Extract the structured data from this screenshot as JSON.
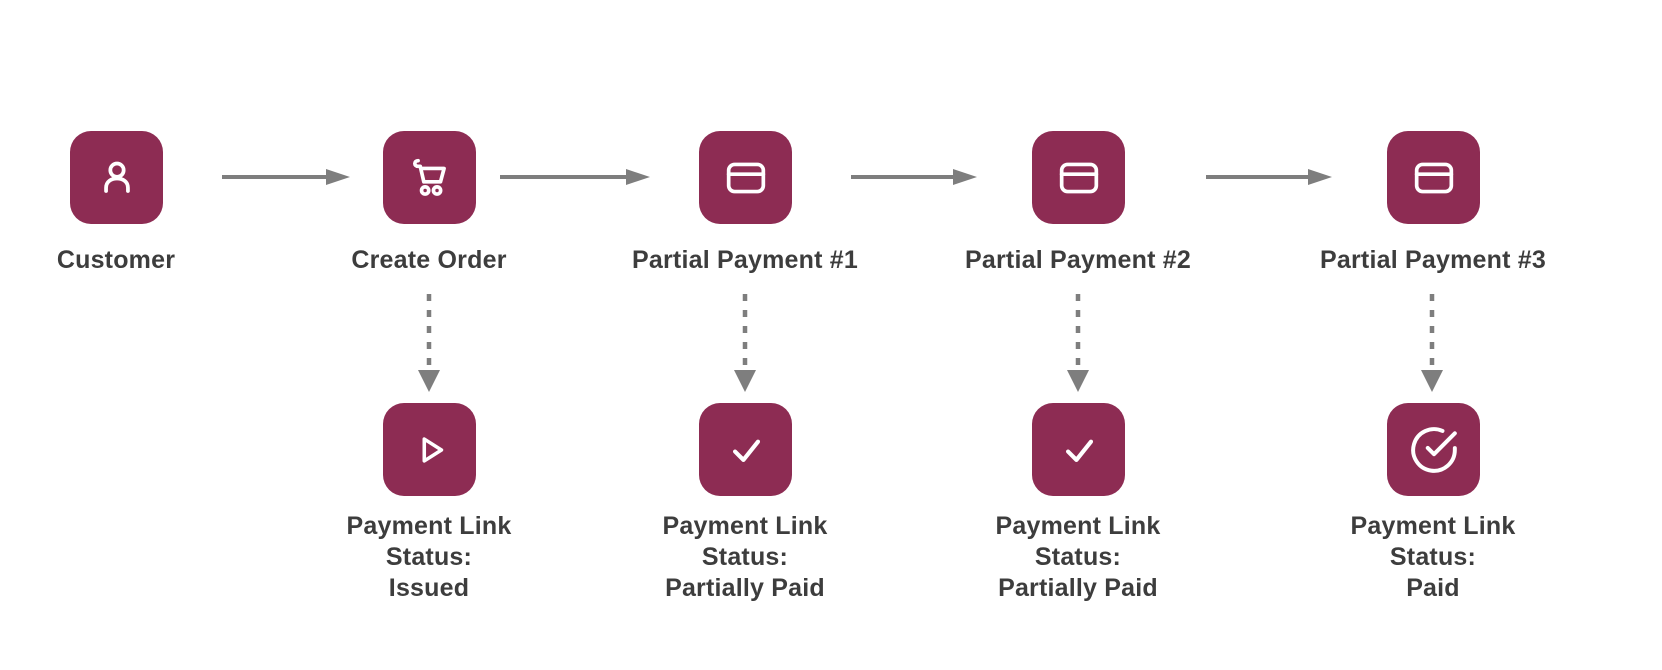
{
  "diagram": {
    "steps": [
      {
        "label": "Customer",
        "icon": "user-icon"
      },
      {
        "label": "Create Order",
        "icon": "shopping-cart-icon"
      },
      {
        "label": "Partial Payment #1",
        "icon": "credit-card-icon"
      },
      {
        "label": "Partial Payment #2",
        "icon": "credit-card-icon"
      },
      {
        "label": "Partial Payment #3",
        "icon": "credit-card-icon"
      }
    ],
    "statuses": [
      {
        "icon": "play-icon",
        "lines": [
          "Payment Link",
          "Status:",
          "Issued"
        ]
      },
      {
        "icon": "check-icon",
        "lines": [
          "Payment Link",
          "Status:",
          "Partially Paid"
        ]
      },
      {
        "icon": "check-icon",
        "lines": [
          "Payment Link",
          "Status:",
          "Partially Paid"
        ]
      },
      {
        "icon": "check-circle-icon",
        "lines": [
          "Payment Link",
          "Status:",
          "Paid"
        ]
      }
    ]
  },
  "colors": {
    "node_fill": "#8D2C53",
    "arrow": "#7E7E7E",
    "text": "#3D3D3D",
    "background": "#FFFFFF"
  }
}
